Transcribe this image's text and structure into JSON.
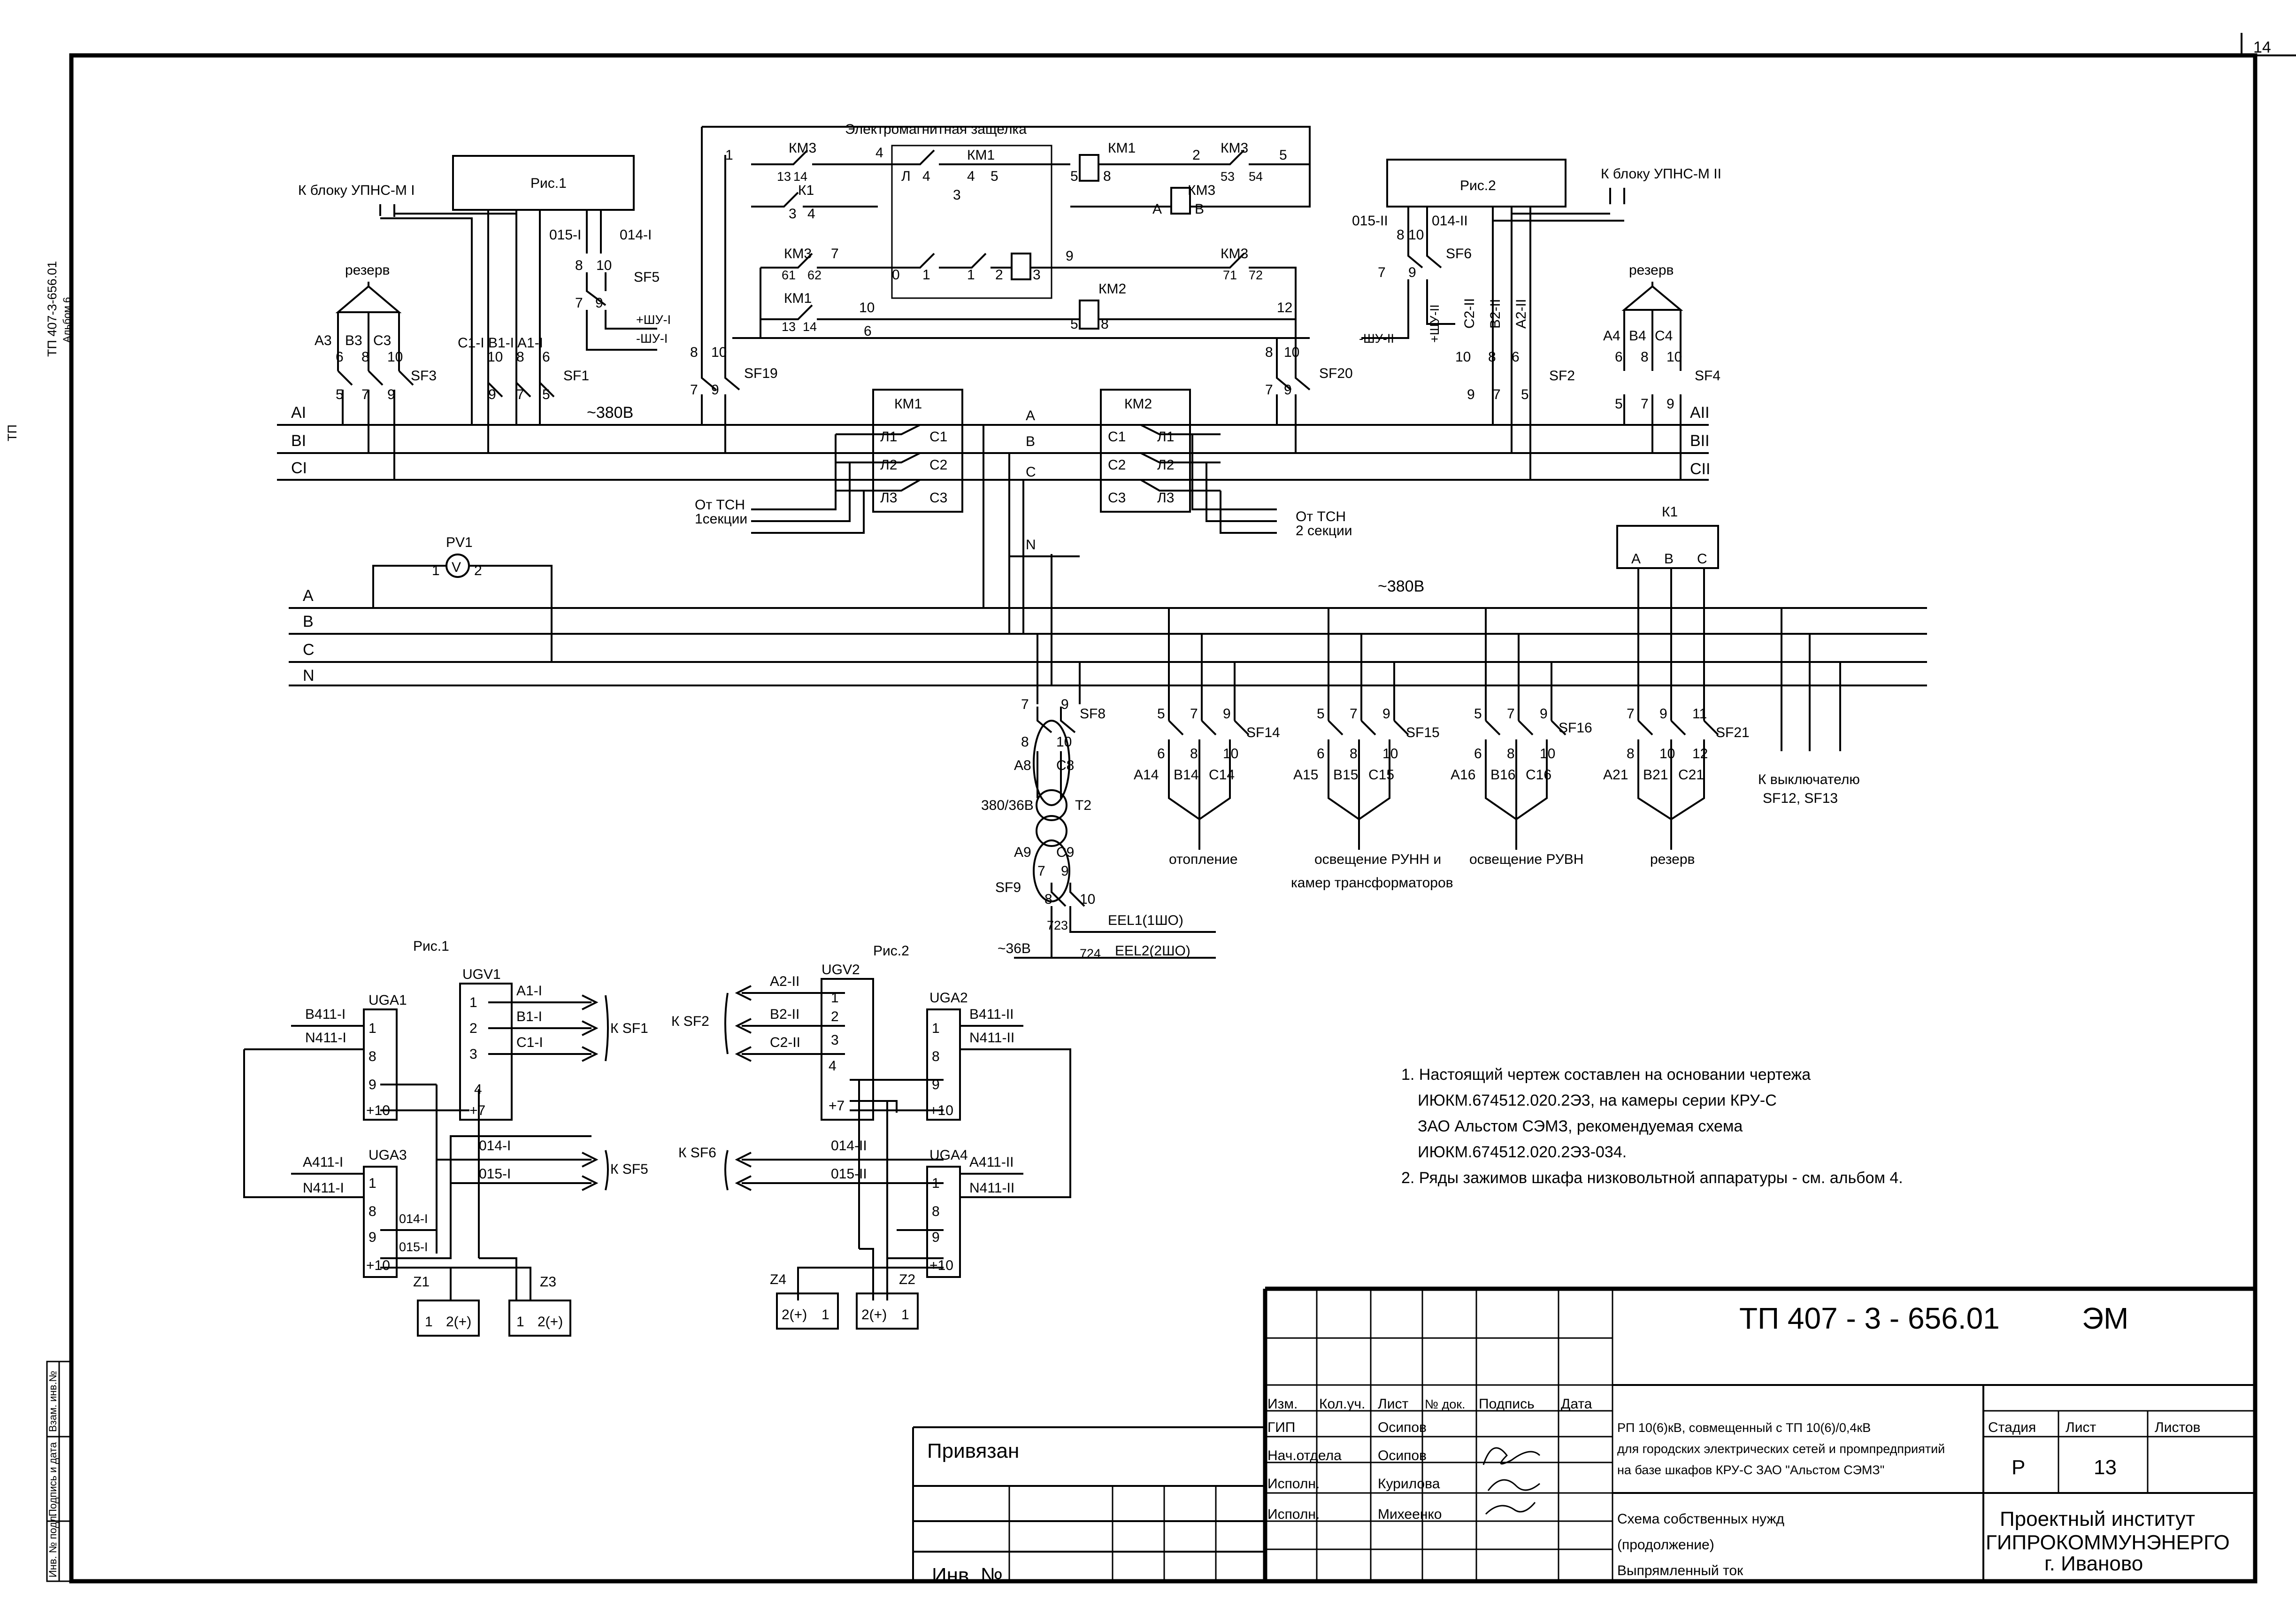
{
  "sheet_corner": "14",
  "side_doc_id": "ТП 407-3-656.01",
  "side_album": "Альбом 6",
  "side_cols": [
    "Взам. инв.№",
    "Подпись и дата",
    "Инв. № подл."
  ],
  "bus": {
    "voltage_top": "~380В",
    "voltage_mid": "~380В",
    "phases_I": [
      "AI",
      "BI",
      "CI"
    ],
    "phases_II": [
      "AII",
      "BII",
      "CII"
    ],
    "phases_main": [
      "A",
      "B",
      "C",
      "N"
    ],
    "phases_center": [
      "A",
      "B",
      "C",
      "N"
    ]
  },
  "ris1": {
    "label": "Рис.1",
    "to_block": "К блоку УПНС-М I",
    "reserve": "резерв",
    "w_015": "015-I",
    "w_014": "014-I",
    "shu_plus": "+ШУ-I",
    "shu_minus": "-ШУ-I"
  },
  "ris2": {
    "label": "Рис.2",
    "to_block": "К блоку УПНС-М II",
    "reserve": "резерв",
    "w_015": "015-II",
    "w_014": "014-II",
    "shu_plus": "+ШУ-II",
    "shu_minus": "-ШУ-II"
  },
  "latch": {
    "title": "Электромагнитная защелка",
    "km1": "КМ1",
    "km2": "КМ2",
    "km3": "КМ3",
    "k1": "К1"
  },
  "contactors": {
    "km1": "КМ1",
    "km2": "КМ2",
    "left_pins": [
      "Л1",
      "Л2",
      "Л3"
    ],
    "right_pins": [
      "С1",
      "С2",
      "С3"
    ],
    "tsn1": "От ТСН",
    "tsn1_b": "1секции",
    "tsn2": "От ТСН",
    "tsn2_b": "2 секции"
  },
  "breakers": {
    "sf1": "SF1",
    "sf2": "SF2",
    "sf3": "SF3",
    "sf4": "SF4",
    "sf5": "SF5",
    "sf6": "SF6",
    "sf8": "SF8",
    "sf9": "SF9",
    "sf14": "SF14",
    "sf15": "SF15",
    "sf16": "SF16",
    "sf19": "SF19",
    "sf20": "SF20",
    "sf21": "SF21"
  },
  "pv1": "PV1",
  "k1_block": {
    "label": "К1",
    "pins": [
      "A",
      "B",
      "C"
    ]
  },
  "transformer": {
    "label": "Т2",
    "ratio": "380/36В",
    "a8": "А8",
    "c8": "С8",
    "a9": "А9",
    "c9": "С9",
    "volt": "~36В",
    "w723": "723",
    "w724": "724",
    "eel1": "EEL1(1ШО)",
    "eel2": "EEL2(2ШО)"
  },
  "feeders": [
    {
      "name": "отопление",
      "wires": [
        "А14",
        "В14",
        "С14"
      ]
    },
    {
      "name": "освещение РУНН и",
      "name2": "камер трансформаторов",
      "wires": [
        "А15",
        "В15",
        "С15"
      ]
    },
    {
      "name": "освещение РУВН",
      "wires": [
        "А16",
        "В16",
        "С16"
      ]
    },
    {
      "name": "резерв",
      "wires": [
        "А21",
        "В21",
        "С21"
      ]
    }
  ],
  "to_switch": {
    "line1": "К выключателю",
    "line2": "SF12, SF13"
  },
  "bottom_left": {
    "title": "Рис.1",
    "ugv1": "UGV1",
    "uga1": "UGA1",
    "uga3": "UGA3",
    "z1": "Z1",
    "z3": "Z3",
    "w_b411": "В411-I",
    "w_n411a": "N411-I",
    "w_a411": "А411-I",
    "w_n411b": "N411-I",
    "w_a1": "А1-I",
    "w_b1": "В1-I",
    "w_c1": "С1-I",
    "w_014": "014-I",
    "w_015": "015-I",
    "ksf1": "К SF1",
    "ksf5": "К SF5"
  },
  "bottom_right": {
    "title": "Рис.2",
    "ugv2": "UGV2",
    "uga2": "UGA2",
    "uga4": "UGA4",
    "z2": "Z2",
    "z4": "Z4",
    "w_b411": "В411-II",
    "w_n411a": "N411-II",
    "w_a411": "А411-II",
    "w_n411b": "N411-II",
    "w_a2": "А2-II",
    "w_b2": "В2-II",
    "w_c2": "С2-II",
    "w_014": "014-II",
    "w_015": "015-II",
    "ksf2": "К SF2",
    "ksf6": "К SF6"
  },
  "notes": [
    "1. Настоящий чертеж составлен на основании чертежа",
    "ИЮКМ.674512.020.2Э3, на камеры серии КРУ-С",
    "ЗАО Альстом  СЭМЗ, рекомендуемая схема",
    "ИЮКМ.674512.020.2Э3-034.",
    "2. Ряды зажимов шкафа низковольтной аппаратуры - см. альбом 4."
  ],
  "title_block": {
    "code": "ТП  407 - 3 - 656.01",
    "mark": "ЭМ",
    "privyazan": "Привязан",
    "inv": "Инв. №",
    "hdr": [
      "Изм.",
      "Кол.уч.",
      "Лист",
      "№ док.",
      "Подпись",
      "Дата"
    ],
    "roles": [
      "ГИП",
      "Нач.отдела",
      "Исполн.",
      "Исполн."
    ],
    "names": [
      "Осипов",
      "Осипов",
      "Курилова",
      "Михеенко"
    ],
    "desc1": "РП 10(6)кВ, совмещенный с ТП 10(6)/0,4кВ",
    "desc2": "для городских электрических сетей и промпредприятий",
    "desc3": "на базе шкафов КРУ-С ЗАО \"Альстом СЭМЗ\"",
    "stage_h": "Стадия",
    "sheet_h": "Лист",
    "sheets_h": "Листов",
    "stage": "Р",
    "sheet": "13",
    "sheet_title1": "Схема собственных нужд",
    "sheet_title2": "(продолжение)",
    "sheet_title3": "Выпрямленный ток",
    "org1": "Проектный институт",
    "org2": "ГИПРОКОММУНЭНЕРГО",
    "org3": "г. Иваново"
  }
}
